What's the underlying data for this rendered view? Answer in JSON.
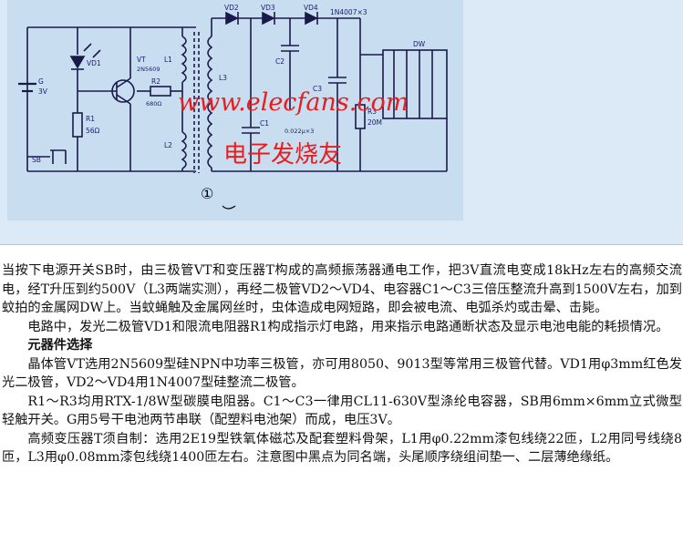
{
  "figure": {
    "labels": {
      "battery": "G",
      "battery_voltage": "3V",
      "vd1": "VD1",
      "r1": "R1",
      "r1_value": "56Ω",
      "switch": "SB",
      "vt": "VT",
      "vt_model": "2N5609",
      "r2": "R2",
      "r2_value": "680Ω",
      "l1": "L1",
      "l2": "L2",
      "l3": "L3",
      "vd2": "VD2",
      "vd3": "VD3",
      "vd4": "VD4",
      "diode_model": "1N4007×3",
      "c1": "C1",
      "c1_value": "0.022μ×3",
      "c2": "C2",
      "c3": "C3",
      "r3": "R3",
      "r3_value": "20M",
      "dw": "DW",
      "figure_number": "①"
    },
    "watermark_url": "www.elecfans.com",
    "watermark_cn": "电子发烧友"
  },
  "article": {
    "para1": "当按下电源开关SB时，由三极管VT和变压器T构成的高频振荡器通电工作，把3V直流电变成18kHz左右的高频交流电，经T升压到约500V（L3两端实测），再经二极管VD2～VD4、电容器C1～C3三倍压整流升高到1500V左右，加到蚊拍的金属网DW上。当蚊蝇触及金属网丝时，虫体造成电网短路，即会被电流、电弧杀灼或击晕、击毙。",
    "para2": "电路中，发光二极管VD1和限流电阻器R1构成指示灯电路，用来指示电路通断状态及显示电池电能的耗损情况。",
    "heading": "元器件选择",
    "para3": "晶体管VT选用2N5609型硅NPN中功率三极管，亦可用8050、9013型等常用三极管代替。VD1用φ3mm红色发光二极管，VD2～VD4用1N4007型硅整流二极管。",
    "para4": "R1～R3均用RTX-1/8W型碳膜电阻器。C1～C3一律用CL11-630V型涤纶电容器，SB用6mm×6mm立式微型轻触开关。G用5号干电池两节串联（配塑料电池架）而成，电压3V。",
    "para5": "高频变压器T须自制：选用2E19型铁氧体磁芯及配套塑料骨架，L1用φ0.22mm漆包线绕22匝，L2用同号线绕8匝，L3用φ0.08mm漆包线绕1400匝左右。注意图中黑点为同名端，头尾顺序绕组间垫一、二层薄绝缘纸。"
  }
}
